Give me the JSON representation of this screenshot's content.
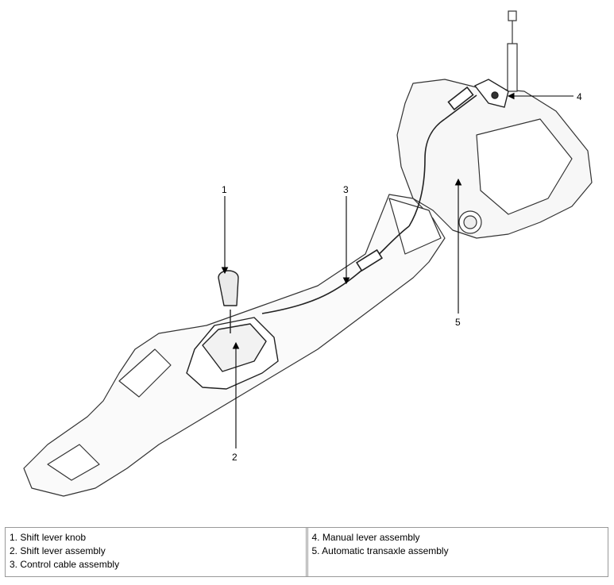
{
  "callouts": {
    "c1": "1",
    "c2": "2",
    "c3": "3",
    "c4": "4",
    "c5": "5"
  },
  "legend": {
    "left": [
      "1. Shift lever knob",
      "2. Shift lever assembly",
      "3. Control cable assembly"
    ],
    "right": [
      "4. Manual lever assembly",
      "5. Automatic transaxle assembly"
    ]
  }
}
